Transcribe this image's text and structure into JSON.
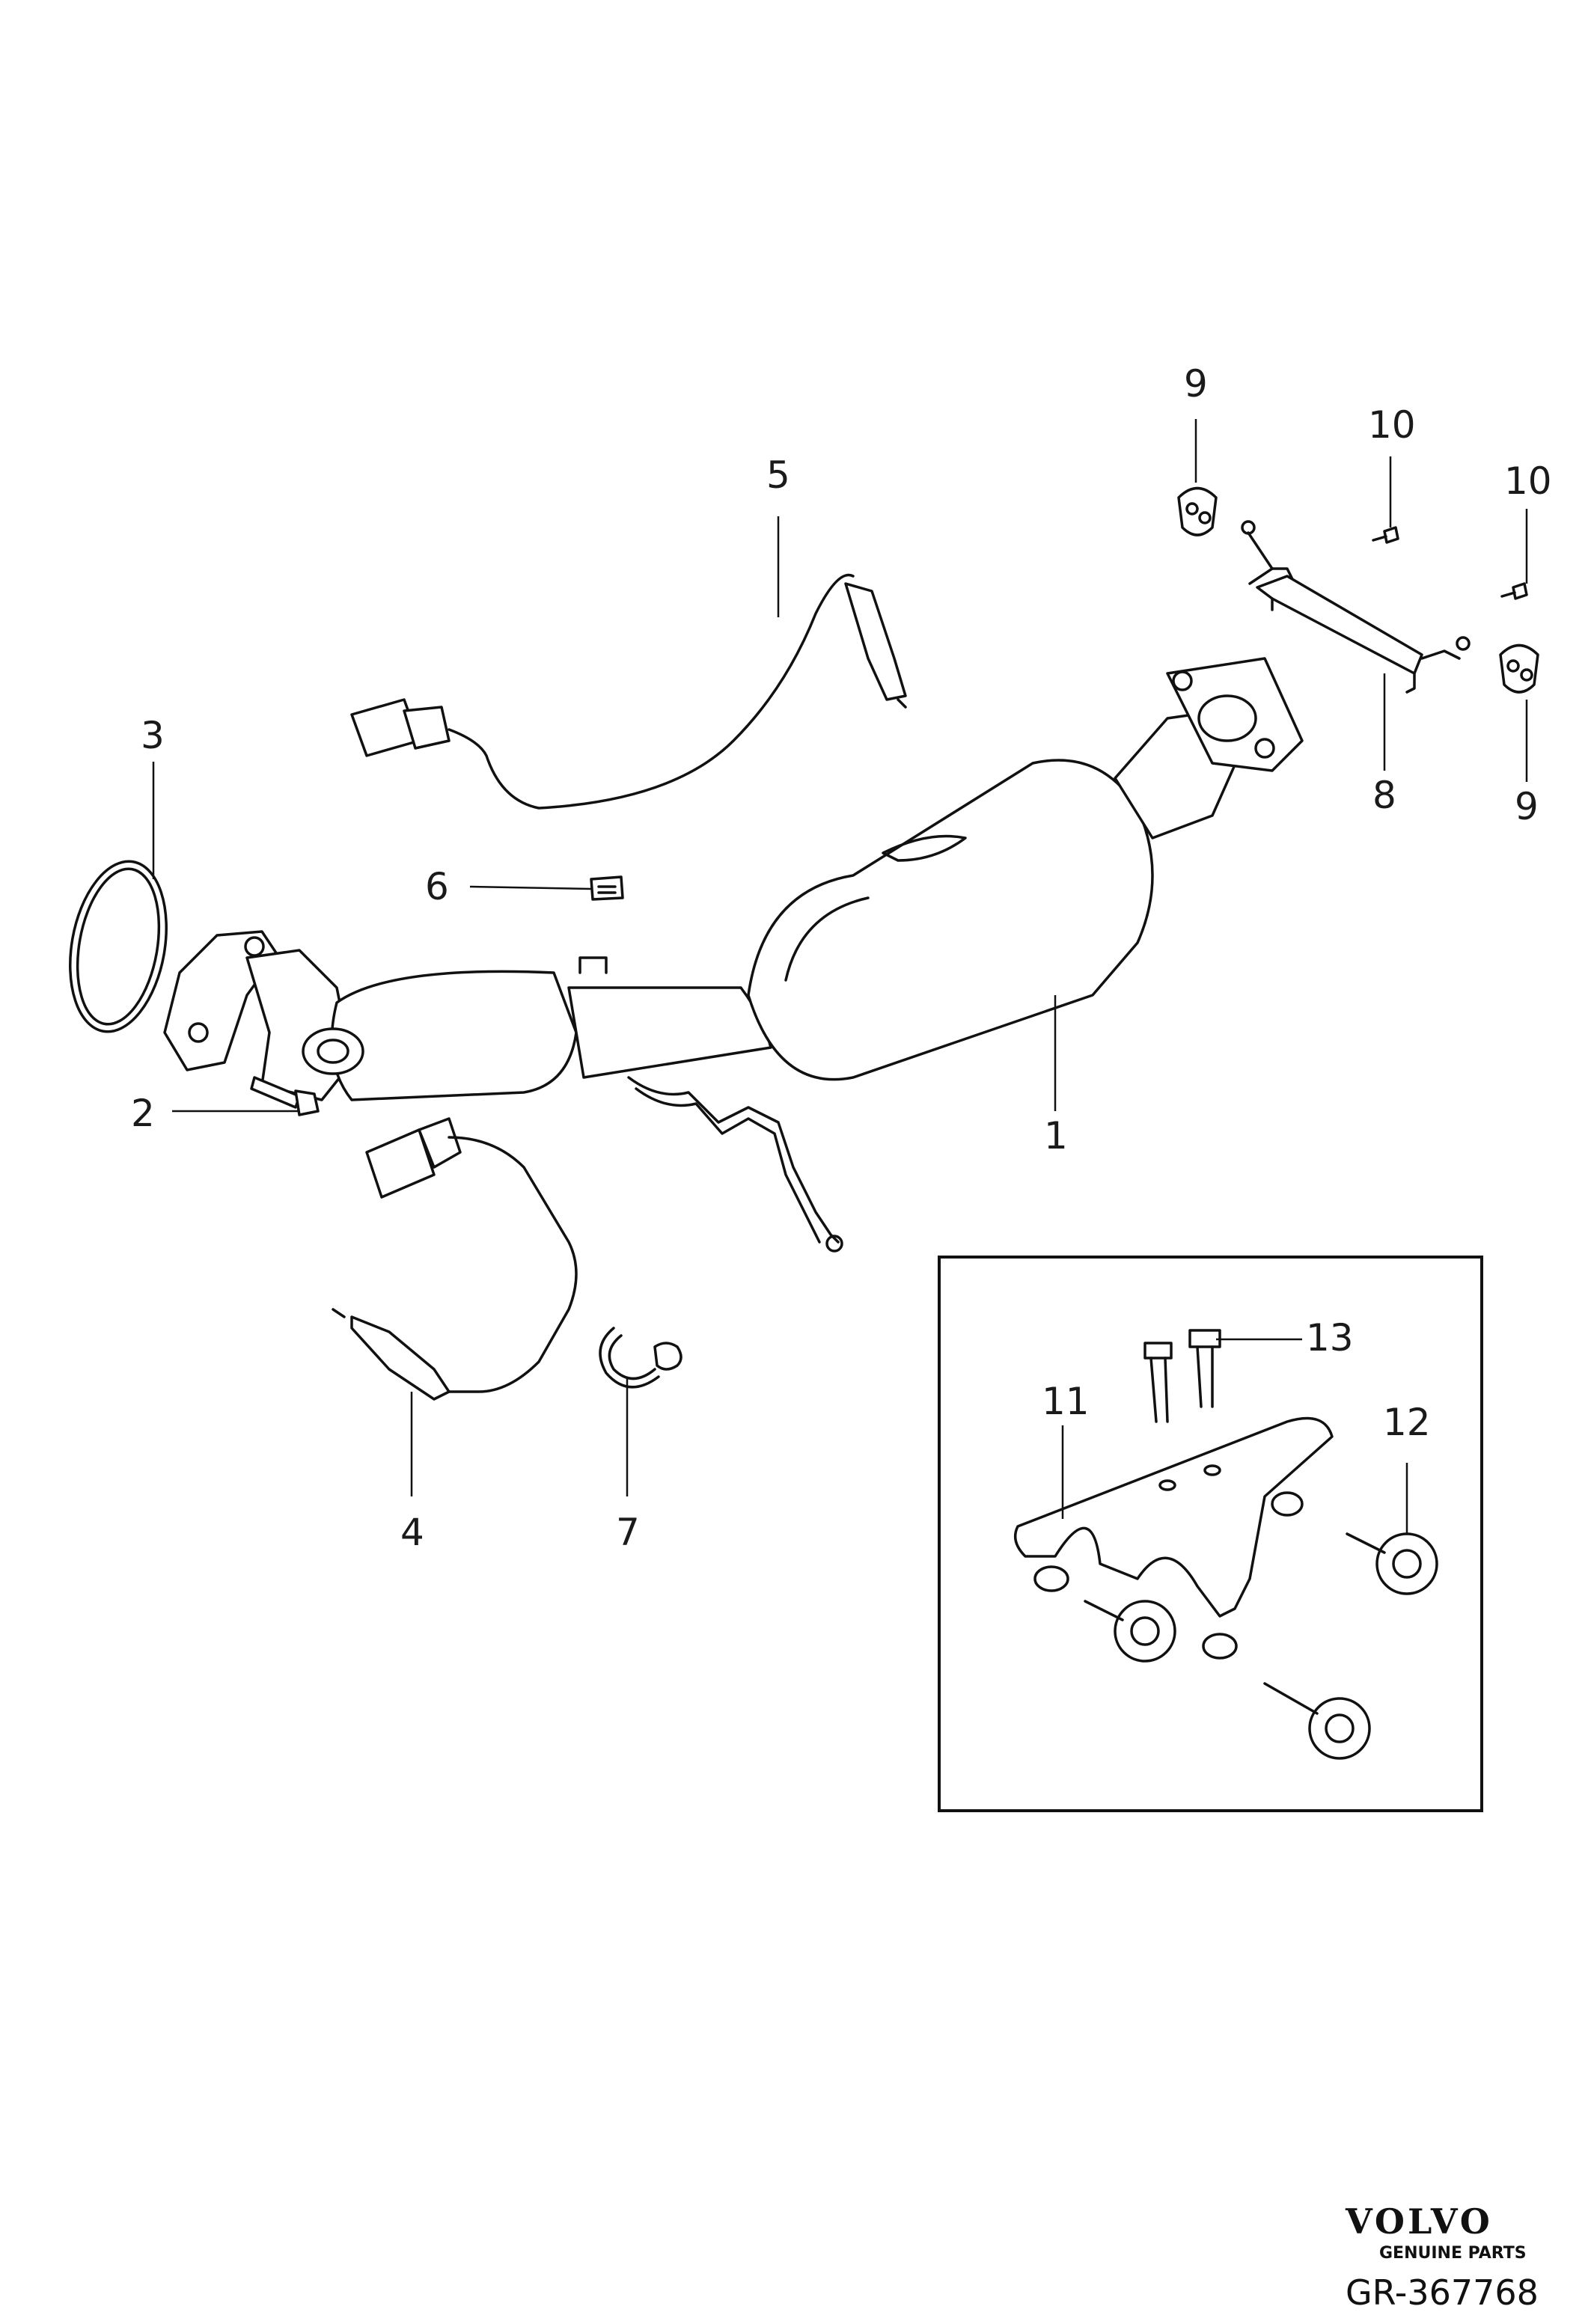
{
  "callouts": {
    "c1": "1",
    "c2": "2",
    "c3": "3",
    "c4": "4",
    "c5": "5",
    "c6": "6",
    "c7": "7",
    "c8": "8",
    "c9a": "9",
    "c9b": "9",
    "c10a": "10",
    "c10b": "10",
    "c11": "11",
    "c12": "12",
    "c13": "13"
  },
  "branding": {
    "logo": "VOLVO",
    "tagline": "GENUINE PARTS"
  },
  "diagram_id": "GR-367768"
}
